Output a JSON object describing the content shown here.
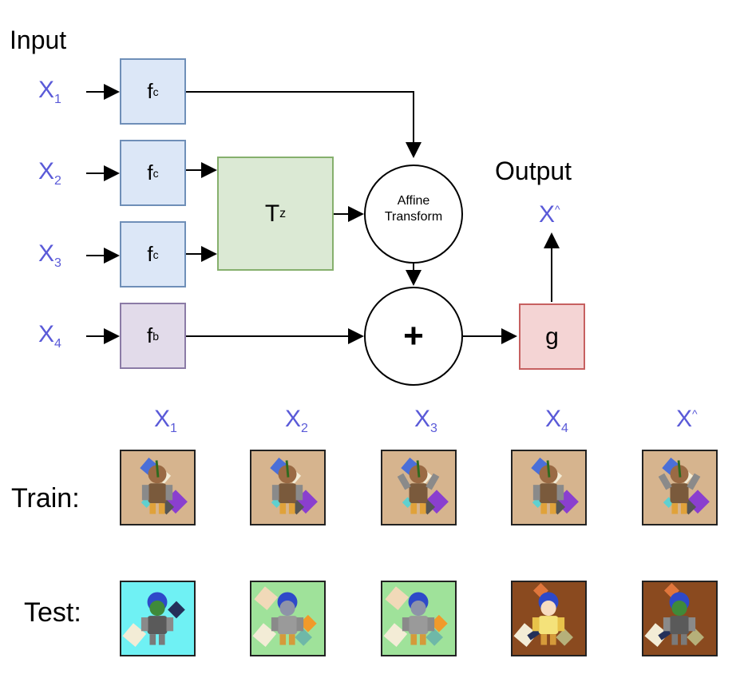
{
  "diagram": {
    "input_title": "Input",
    "output_title": "Output",
    "inputs": [
      {
        "main": "X",
        "sub": "1"
      },
      {
        "main": "X",
        "sub": "2"
      },
      {
        "main": "X",
        "sub": "3"
      },
      {
        "main": "X",
        "sub": "4"
      }
    ],
    "encoder_c": {
      "main": "f",
      "sub": "c"
    },
    "encoder_b": {
      "main": "f",
      "sub": "b"
    },
    "transform_block": {
      "main": "T",
      "sup": "z"
    },
    "affine_line1": "Affine",
    "affine_line2": "Transform",
    "sum_symbol": "+",
    "decoder": "g",
    "output_var": {
      "main": "X",
      "sup": "^"
    }
  },
  "grid": {
    "columns": [
      {
        "main": "X",
        "sub": "1"
      },
      {
        "main": "X",
        "sub": "2"
      },
      {
        "main": "X",
        "sub": "3"
      },
      {
        "main": "X",
        "sub": "4"
      },
      {
        "main": "X",
        "sup": "^"
      }
    ],
    "rows": [
      {
        "label": "Train:"
      },
      {
        "label": "Test:"
      }
    ],
    "tile_colors": {
      "train": [
        "#d6b48e",
        "#d6b48e",
        "#d6b48e",
        "#d6b48e",
        "#d6b48e"
      ],
      "test": [
        "#6ff1f4",
        "#9fe29a",
        "#9fe29a",
        "#8a4a1f",
        "#8a4a1f"
      ]
    }
  },
  "colors": {
    "encoder_c_fill": "#dce7f7",
    "encoder_c_border": "#6f8fb8",
    "encoder_b_fill": "#e2dbea",
    "encoder_b_border": "#8b7ba6",
    "transform_fill": "#dbe9d4",
    "transform_border": "#86b06d",
    "decoder_fill": "#f4d4d4",
    "decoder_border": "#c66060",
    "variable_text": "#5a5ad8"
  }
}
